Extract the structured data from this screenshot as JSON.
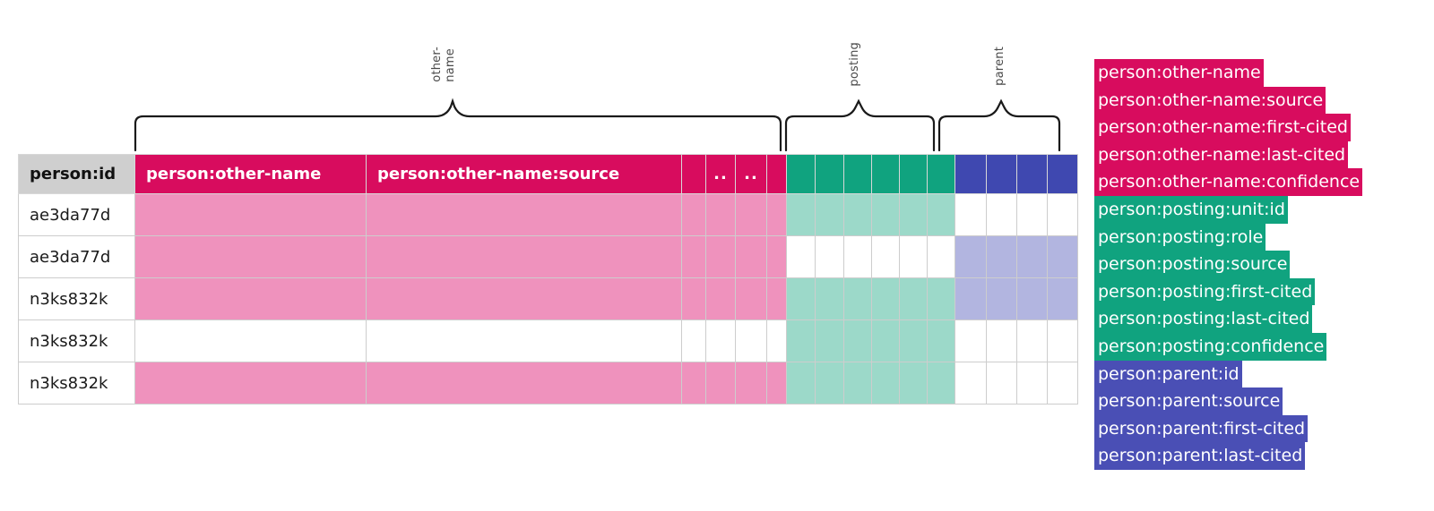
{
  "group_labels": [
    {
      "text": "other-\nname",
      "name": "group-label-other-name"
    },
    {
      "text": "posting",
      "name": "group-label-posting"
    },
    {
      "text": "parent",
      "name": "group-label-parent"
    }
  ],
  "table": {
    "headers": [
      {
        "label": "person:id",
        "kind": "id"
      },
      {
        "label": "person:other-name",
        "kind": "pink"
      },
      {
        "label": "person:other-name:source",
        "kind": "pink"
      },
      {
        "label": "",
        "kind": "pink-blank"
      },
      {
        "label": "..",
        "kind": "pink-dots"
      },
      {
        "label": "..",
        "kind": "pink-dots"
      },
      {
        "label": "",
        "kind": "pink-blank"
      },
      {
        "label": "",
        "kind": "green"
      },
      {
        "label": "",
        "kind": "green"
      },
      {
        "label": "",
        "kind": "green"
      },
      {
        "label": "",
        "kind": "green"
      },
      {
        "label": "",
        "kind": "green"
      },
      {
        "label": "",
        "kind": "green"
      },
      {
        "label": "",
        "kind": "blue"
      },
      {
        "label": "",
        "kind": "blue"
      },
      {
        "label": "",
        "kind": "blue"
      },
      {
        "label": "",
        "kind": "blue"
      }
    ],
    "rows": [
      {
        "id": "ae3da77d",
        "pink": true,
        "green": true,
        "blue": false
      },
      {
        "id": "ae3da77d",
        "pink": true,
        "green": false,
        "blue": true
      },
      {
        "id": "n3ks832k",
        "pink": true,
        "green": true,
        "blue": true
      },
      {
        "id": "n3ks832k",
        "pink": false,
        "green": true,
        "blue": false
      },
      {
        "id": "n3ks832k",
        "pink": true,
        "green": true,
        "blue": false
      }
    ]
  },
  "legend": {
    "items": [
      {
        "label": "person:other-name",
        "group": "pink"
      },
      {
        "label": "person:other-name:source",
        "group": "pink"
      },
      {
        "label": "person:other-name:first-cited",
        "group": "pink"
      },
      {
        "label": "person:other-name:last-cited",
        "group": "pink"
      },
      {
        "label": "person:other-name:confidence",
        "group": "pink"
      },
      {
        "label": "person:posting:unit:id",
        "group": "green"
      },
      {
        "label": "person:posting:role",
        "group": "green"
      },
      {
        "label": "person:posting:source",
        "group": "green"
      },
      {
        "label": "person:posting:first-cited",
        "group": "green"
      },
      {
        "label": "person:posting:last-cited",
        "group": "green"
      },
      {
        "label": "person:posting:confidence",
        "group": "green"
      },
      {
        "label": "person:parent:id",
        "group": "blue"
      },
      {
        "label": "person:parent:source",
        "group": "blue"
      },
      {
        "label": "person:parent:first-cited",
        "group": "blue"
      },
      {
        "label": "person:parent:last-cited",
        "group": "blue"
      }
    ]
  },
  "colors": {
    "pink": "#d80c5e",
    "pink_fill": "#ef92bd",
    "green": "#10a37f",
    "green_fill": "#9cd9c9",
    "blue": "#3f48b0",
    "blue_fill": "#b2b5e0",
    "id_header": "#cfcfcf"
  }
}
